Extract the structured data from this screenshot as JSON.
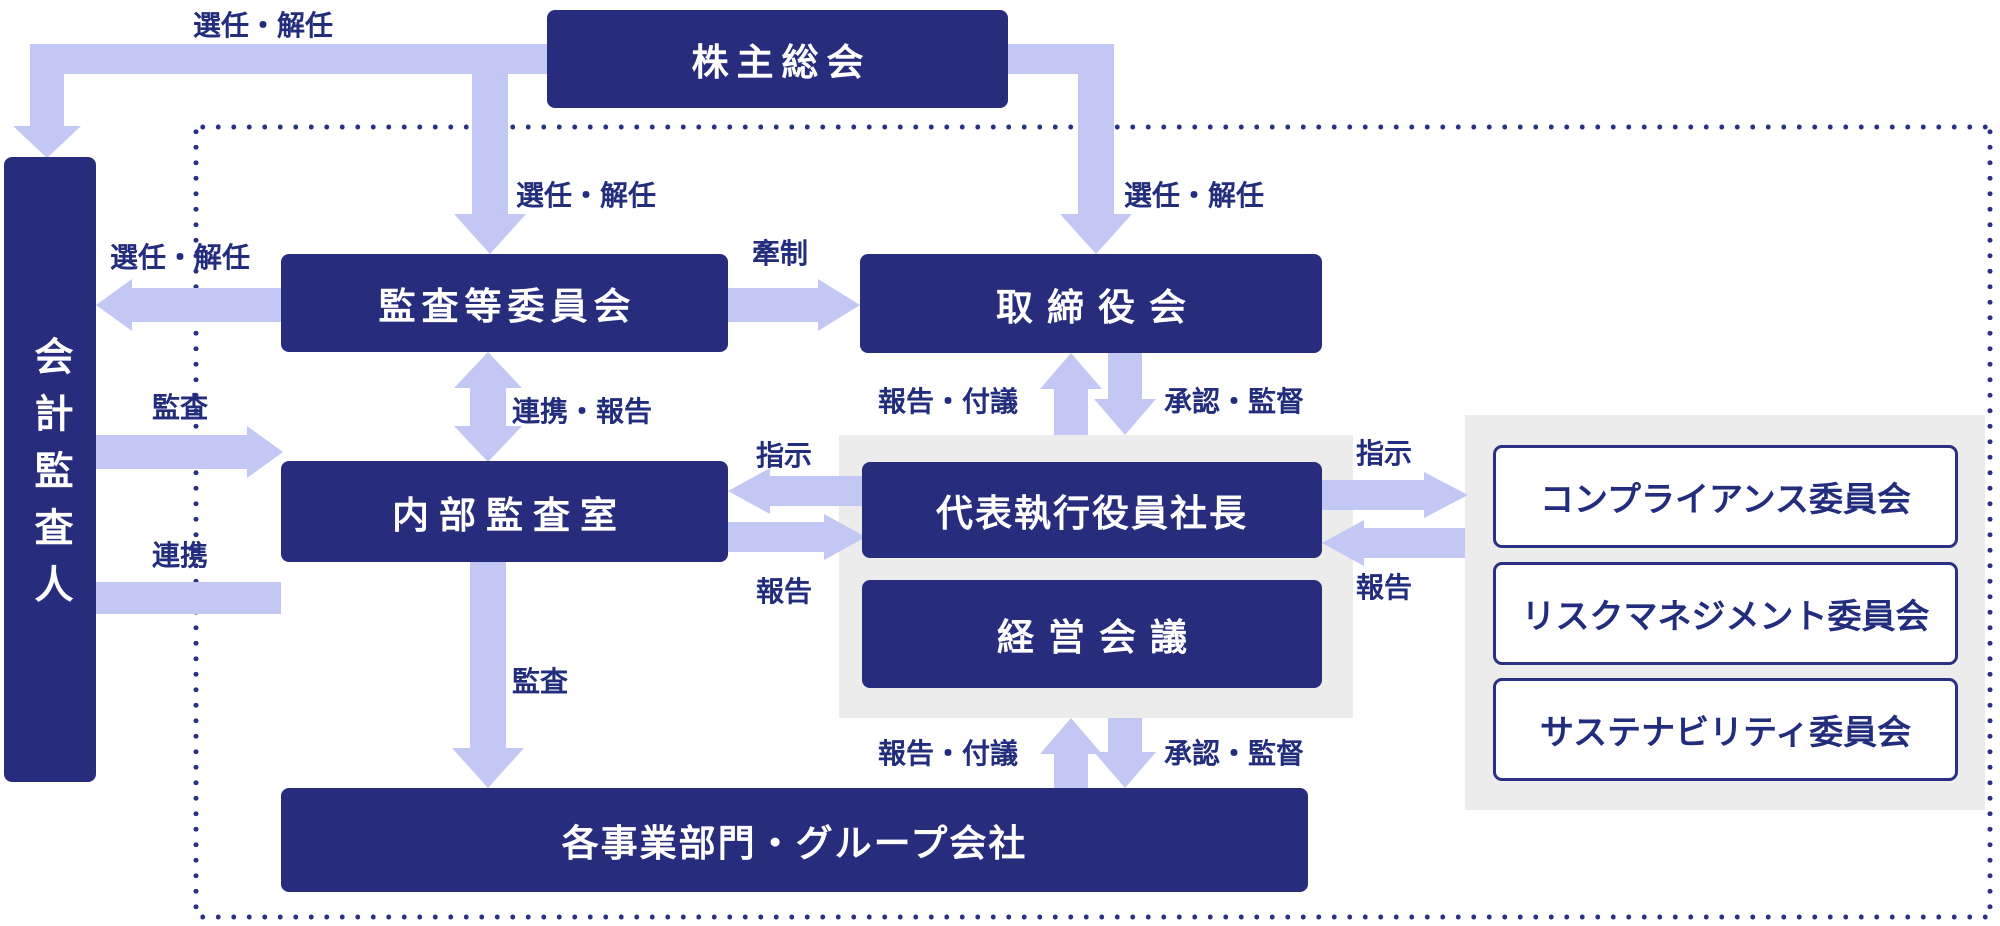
{
  "nodes": {
    "shareholders": "株主総会",
    "accounting_auditor": "会計監査人",
    "audit_committee": "監査等委員会",
    "board": "取締役会",
    "internal_audit": "内部監査室",
    "president": "代表執行役員社長",
    "management_meeting": "経営会議",
    "business_units": "各事業部門・グループ会社",
    "committees": [
      "コンプライアンス委員会",
      "リスクマネジメント委員会",
      "サステナビリティ委員会"
    ]
  },
  "labels": {
    "appoint_dismiss_auditor": "選任・解任",
    "appoint_dismiss_audit_committee": "選任・解任",
    "appoint_dismiss_board": "選任・解任",
    "appoint_dismiss_by_committee": "選任・解任",
    "check": "牽制",
    "audit_by_auditor": "監査",
    "cooperation": "連携",
    "cooperation_report": "連携・報告",
    "instruct_internal": "指示",
    "report_internal": "報告",
    "report_submit_top": "報告・付議",
    "approve_supervise_top": "承認・監督",
    "instruct_committees": "指示",
    "report_committees": "報告",
    "audit_down": "監査",
    "report_submit_bottom": "報告・付議",
    "approve_supervise_bottom": "承認・監督"
  },
  "colors": {
    "box": "#272c7d",
    "label": "#232d7d",
    "arrow": "#c2c8f3",
    "panel": "#ececec",
    "line": "#2b3084"
  }
}
